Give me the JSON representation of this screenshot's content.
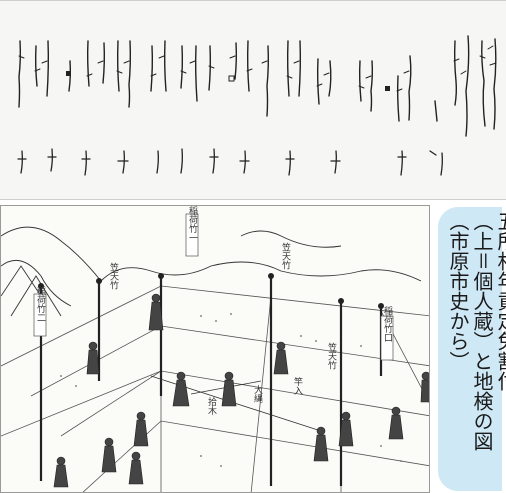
{
  "caption": {
    "line1": "五所村年貢定免割付",
    "line2": "（上＝個人蔵）と地検の図",
    "line3": "（市原市史から）"
  },
  "illustration": {
    "labels": [
      "稲荷竹一",
      "笠天竹",
      "笠天竹",
      "稲荷竹口",
      "笠天竹",
      "稲荷竹二",
      "拾木",
      "大縄",
      "竿入"
    ]
  }
}
